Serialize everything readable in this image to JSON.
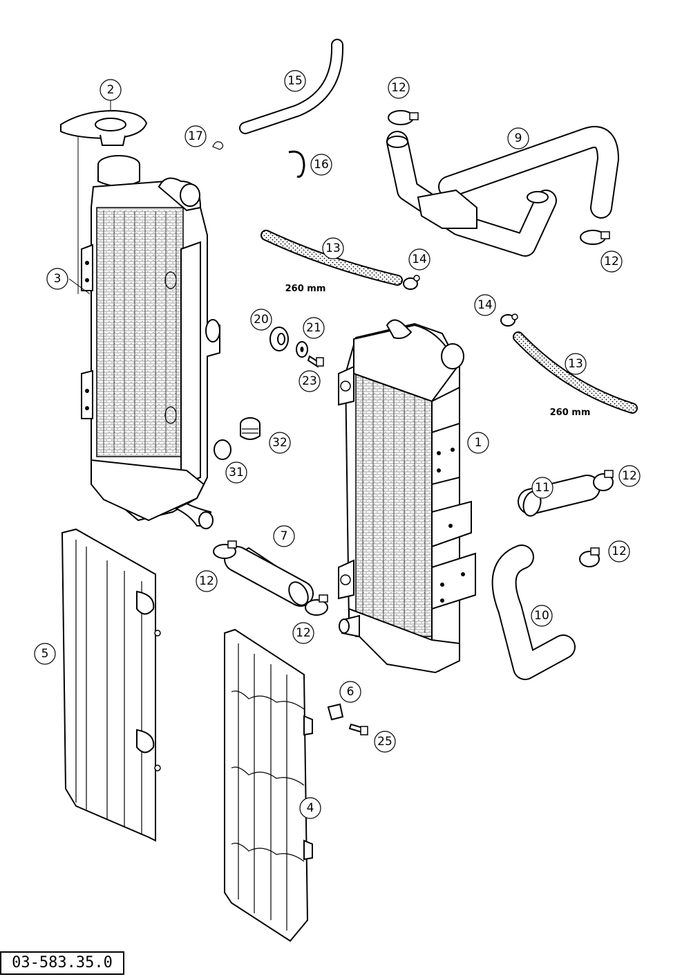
{
  "drawing_number": "03-583.35.0",
  "dimension_label": "260 mm",
  "callouts": [
    {
      "id": "c1",
      "label": "1"
    },
    {
      "id": "c2",
      "label": "2"
    },
    {
      "id": "c3",
      "label": "3"
    },
    {
      "id": "c4",
      "label": "4"
    },
    {
      "id": "c5",
      "label": "5"
    },
    {
      "id": "c6",
      "label": "6"
    },
    {
      "id": "c7",
      "label": "7"
    },
    {
      "id": "c9",
      "label": "9"
    },
    {
      "id": "c10",
      "label": "10"
    },
    {
      "id": "c11",
      "label": "11"
    },
    {
      "id": "c12a",
      "label": "12"
    },
    {
      "id": "c12b",
      "label": "12"
    },
    {
      "id": "c12c",
      "label": "12"
    },
    {
      "id": "c12d",
      "label": "12"
    },
    {
      "id": "c12e",
      "label": "12"
    },
    {
      "id": "c12f",
      "label": "12"
    },
    {
      "id": "c13a",
      "label": "13"
    },
    {
      "id": "c13b",
      "label": "13"
    },
    {
      "id": "c14a",
      "label": "14"
    },
    {
      "id": "c14b",
      "label": "14"
    },
    {
      "id": "c15",
      "label": "15"
    },
    {
      "id": "c16",
      "label": "16"
    },
    {
      "id": "c17",
      "label": "17"
    },
    {
      "id": "c20",
      "label": "20"
    },
    {
      "id": "c21",
      "label": "21"
    },
    {
      "id": "c23",
      "label": "23"
    },
    {
      "id": "c25",
      "label": "25"
    },
    {
      "id": "c31",
      "label": "31"
    },
    {
      "id": "c32",
      "label": "32"
    }
  ]
}
